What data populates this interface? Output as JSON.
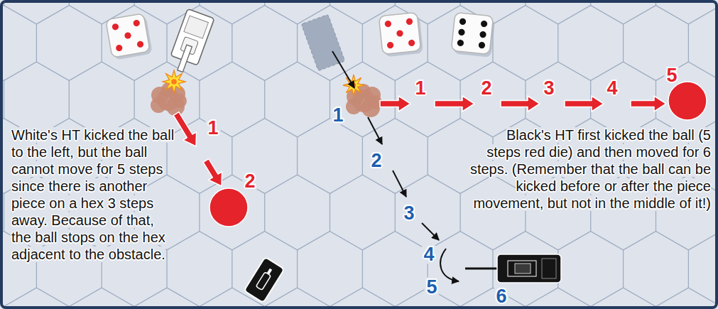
{
  "diagram": {
    "labels": [
      "White's HT kicked the ball to the left, but the ball cannot move for 5 steps since there is another piece on a hex 3 steps away. Because of that, the ball stops on the hex adjacent to the obstacle.",
      "Black's HT first kicked the ball (5 steps red die) and then moved for 6 steps. (Remember that the ball can be kicked before or after the piece movement, but not in the middle of it!)",
      "1",
      "2",
      "1",
      "2",
      "3",
      "4",
      "5",
      "1",
      "2",
      "3",
      "4",
      "5",
      "6"
    ]
  }
}
